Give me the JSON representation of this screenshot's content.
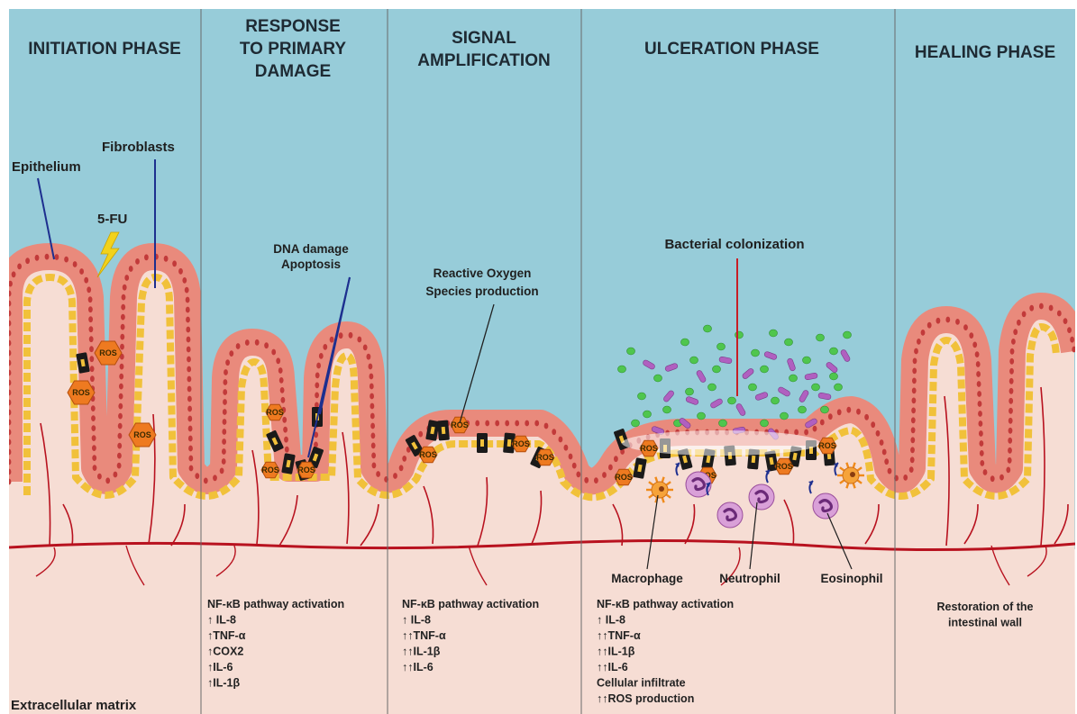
{
  "phases": [
    {
      "title_lines": [
        "INITIATION PHASE"
      ],
      "markers": []
    },
    {
      "title_lines": [
        "RESPONSE",
        "TO PRIMARY",
        "DAMAGE"
      ],
      "markers": [
        "NF-κB pathway activation",
        "↑ IL-8",
        "↑TNF-α",
        "↑COX2",
        "↑IL-6",
        "↑IL-1β"
      ]
    },
    {
      "title_lines": [
        "SIGNAL",
        "AMPLIFICATION"
      ],
      "markers": [
        "NF-κB pathway activation",
        "↑ IL-8",
        "↑↑TNF-α",
        "↑↑IL-1β",
        "↑↑IL-6"
      ]
    },
    {
      "title_lines": [
        "ULCERATION PHASE"
      ],
      "markers": [
        "NF-κB pathway activation",
        "↑ IL-8",
        "↑↑TNF-α",
        "↑↑IL-1β",
        "↑↑IL-6",
        "Cellular infiltrate",
        "↑↑ROS production"
      ]
    },
    {
      "title_lines": [
        "HEALING PHASE"
      ],
      "markers": [
        "Restoration of the",
        "intestinal wall"
      ]
    }
  ],
  "labels": {
    "epithelium": "Epithelium",
    "fibroblasts": "Fibroblasts",
    "drug": "5-FU",
    "dna_damage": [
      "DNA damage",
      "Apoptosis"
    ],
    "ros_production": [
      "Reactive Oxygen",
      "Species production"
    ],
    "bacterial": "Bacterial colonization",
    "macrophage": "Macrophage",
    "neutrophil": "Neutrophil",
    "eosinophil": "Eosinophil",
    "ecm": "Extracellular matrix"
  },
  "ros_label": "ROS",
  "colors": {
    "lumen": "#97ccd9",
    "tissue": "#f6ddd4",
    "epithelium": "#e98a7c",
    "fibroblast": "#f1c13a",
    "vessel": "#b8121f",
    "divider": "#6a6a6a",
    "ros": "#ee7a20",
    "damaged_cell": "#1a1a1a",
    "bacteria_green": "#4fc64e",
    "bacteria_purple": "#b060c0",
    "pointer_blue": "#1d2f8f",
    "pointer_red": "#c81d25"
  },
  "icons": [
    "lightning-icon",
    "ros-icon",
    "bacteria-icon",
    "macrophage-icon",
    "neutrophil-icon",
    "eosinophil-icon"
  ]
}
